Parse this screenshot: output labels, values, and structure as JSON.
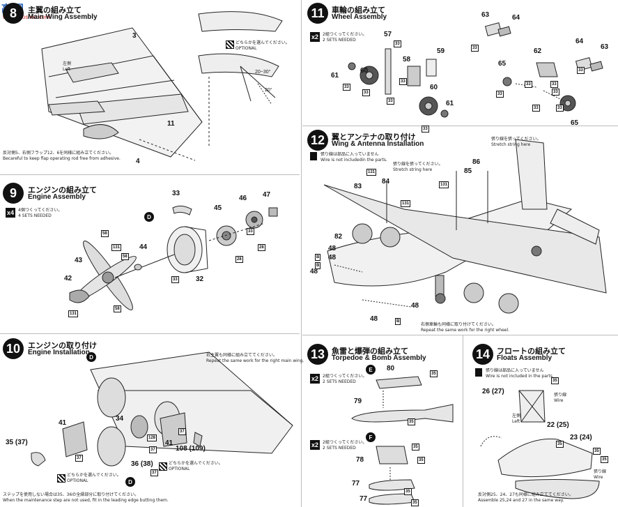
{
  "watermark": {
    "logo": "高i网",
    "site": "www.gaoshou.com"
  },
  "steps": {
    "s8": {
      "number": "8",
      "title_jp": "主翼の組み立て",
      "title_en": "Main Wing Assembly",
      "note_jp": "反対側5、右側フラップ12、6を同様に組み立てください。",
      "note_en": "Becareful to keep flap operating rod free from adhesive.",
      "optional_jp": "どちらかを選んでください。",
      "optional_en": "OPTIONAL",
      "left_jp": "左側",
      "left_en": "Left",
      "angle1": "20~30°",
      "angle2": "20°",
      "parts": [
        "3",
        "11",
        "4"
      ]
    },
    "s9": {
      "number": "9",
      "title_jp": "エンジンの組み立て",
      "title_en": "Engine Assembly",
      "mult": "x4",
      "sets_jp": "4個つくってください。",
      "sets_en": "4 SETS NEEDED",
      "parts": [
        "33",
        "46",
        "47",
        "45",
        "44",
        "43",
        "42",
        "32"
      ],
      "chips": [
        "58",
        "131",
        "58",
        "131",
        "58",
        "33",
        "33",
        "28",
        "28"
      ],
      "badge": "D"
    },
    "s10": {
      "number": "10",
      "title_jp": "エンジンの取り付け",
      "title_en": "Engine Installation",
      "note_jp": "右主翼も同様に組み立ててください。",
      "note_en": "Repeat the same work for the right main wing.",
      "optional_jp": "どちらかを選んでください。",
      "optional_en": "OPTIONAL",
      "maint_jp": "ステップを使用しない場合は35、36の全縁部分に取り付けてください。",
      "maint_en": "When the maintenance step are not used, fit in the leading edge butting them.",
      "parts": [
        "41",
        "34",
        "41",
        "35 (37)",
        "36 (38)",
        "108 (109)"
      ],
      "chips": [
        "37",
        "37",
        "128",
        "37",
        "37"
      ],
      "badges": [
        "D",
        "D"
      ]
    },
    "s11": {
      "number": "11",
      "title_jp": "車輪の組み立て",
      "title_en": "Wheel Assembly",
      "mult": "x2",
      "sets_jp": "2組つくってください。",
      "sets_en": "2 SETS NEEDED",
      "parts": [
        "57",
        "61",
        "60",
        "58",
        "59",
        "60",
        "61",
        "63",
        "64",
        "62",
        "64",
        "63",
        "65",
        "65"
      ],
      "chips": [
        "33",
        "33",
        "33",
        "33",
        "33",
        "33",
        "33",
        "33",
        "33",
        "33",
        "33",
        "33",
        "33",
        "33"
      ]
    },
    "s12": {
      "number": "12",
      "title_jp": "翼とアンテナの取り付け",
      "title_en": "Wing & Antenna Installation",
      "wire_jp": "張り線は部品に入っていません",
      "wire_en": "Wire is not includedin the parts.",
      "string_jp": "張り線を張ってください。",
      "string_en": "Stretch string here",
      "right_wheel_jp": "右側車輪も同様に取り付けてください。",
      "right_wheel_en": "Repeat the same work for the right wheel.",
      "parts": [
        "131",
        "83",
        "84",
        "131",
        "85",
        "131",
        "86",
        "82",
        "48",
        "48",
        "48",
        "48",
        "48"
      ],
      "chips": [
        "131",
        "131",
        "131",
        "B",
        "B",
        "B"
      ]
    },
    "s13": {
      "number": "13",
      "title_jp": "魚雷と爆弾の組み立て",
      "title_en": "Torpedoe & Bomb Assembly",
      "mult1": "x2",
      "sets1_jp": "2組つくってください。",
      "sets1_en": "2 SETS NEEDED",
      "mult2": "x2",
      "sets2_jp": "2組つくってください。",
      "sets2_en": "2 SETS NEEDED",
      "parts": [
        "80",
        "79",
        "78",
        "77",
        "77"
      ],
      "chips": [
        "35",
        "35",
        "35",
        "35",
        "35",
        "35"
      ],
      "badges": [
        "E",
        "F"
      ]
    },
    "s14": {
      "number": "14",
      "title_jp": "フロートの組み立て",
      "title_en": "Floats Assembly",
      "wire_jp": "張り線は部品に入っていません",
      "wire_en": "Wire is not included in the parts.",
      "wire_lbl_jp": "張り線",
      "wire_lbl_en": "Wire",
      "left_jp": "左側",
      "left_en": "Left",
      "assemble_jp": "反対側25、24、27も同様に組み立ててください。",
      "assemble_en": "Assemble 25,24 and 27 in the same way.",
      "parts": [
        "26 (27)",
        "22 (25)",
        "23 (24)"
      ],
      "chips": [
        "35",
        "35",
        "35",
        "35"
      ]
    }
  }
}
